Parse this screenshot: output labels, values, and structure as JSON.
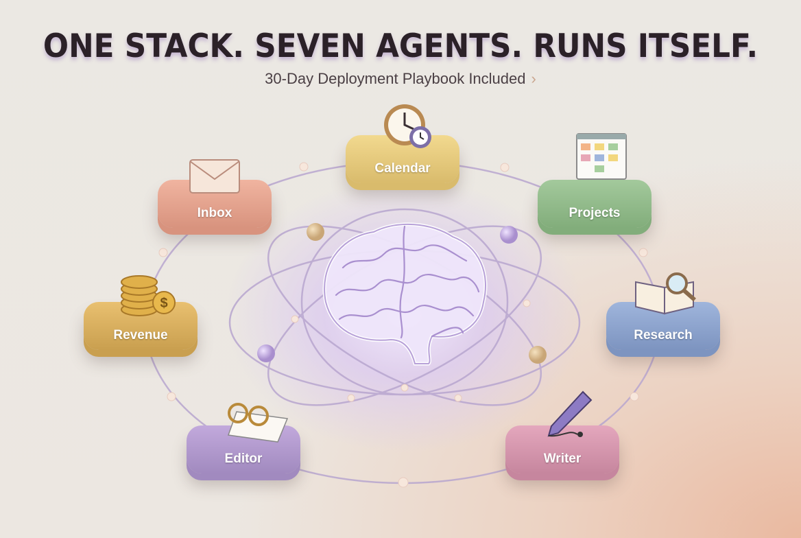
{
  "header": {
    "title": "ONE STACK. SEVEN AGENTS. RUNS ITSELF.",
    "subtitle": "30-Day Deployment Playbook Included",
    "subtitle_icon": "chevron-right-icon"
  },
  "agents": [
    {
      "label": "Calendar",
      "icon": "clock-icon",
      "color": "#f2d98f",
      "edge": "#d9bb6c"
    },
    {
      "label": "Inbox",
      "icon": "envelope-icon",
      "color": "#f0b4a0",
      "edge": "#d8937e"
    },
    {
      "label": "Projects",
      "icon": "kanban-board-icon",
      "color": "#a3c99c",
      "edge": "#82ad7b"
    },
    {
      "label": "Revenue",
      "icon": "coins-icon",
      "color": "#e9c070",
      "edge": "#c99f4f"
    },
    {
      "label": "Research",
      "icon": "book-magnifier-icon",
      "color": "#9fb5dc",
      "edge": "#7d94c0"
    },
    {
      "label": "Editor",
      "icon": "glasses-document-icon",
      "color": "#c2a9dc",
      "edge": "#a18abf"
    },
    {
      "label": "Writer",
      "icon": "pen-icon",
      "color": "#e4a7bd",
      "edge": "#c6869e"
    }
  ],
  "center": {
    "icon": "brain-icon",
    "glow": "#e2cff5"
  }
}
